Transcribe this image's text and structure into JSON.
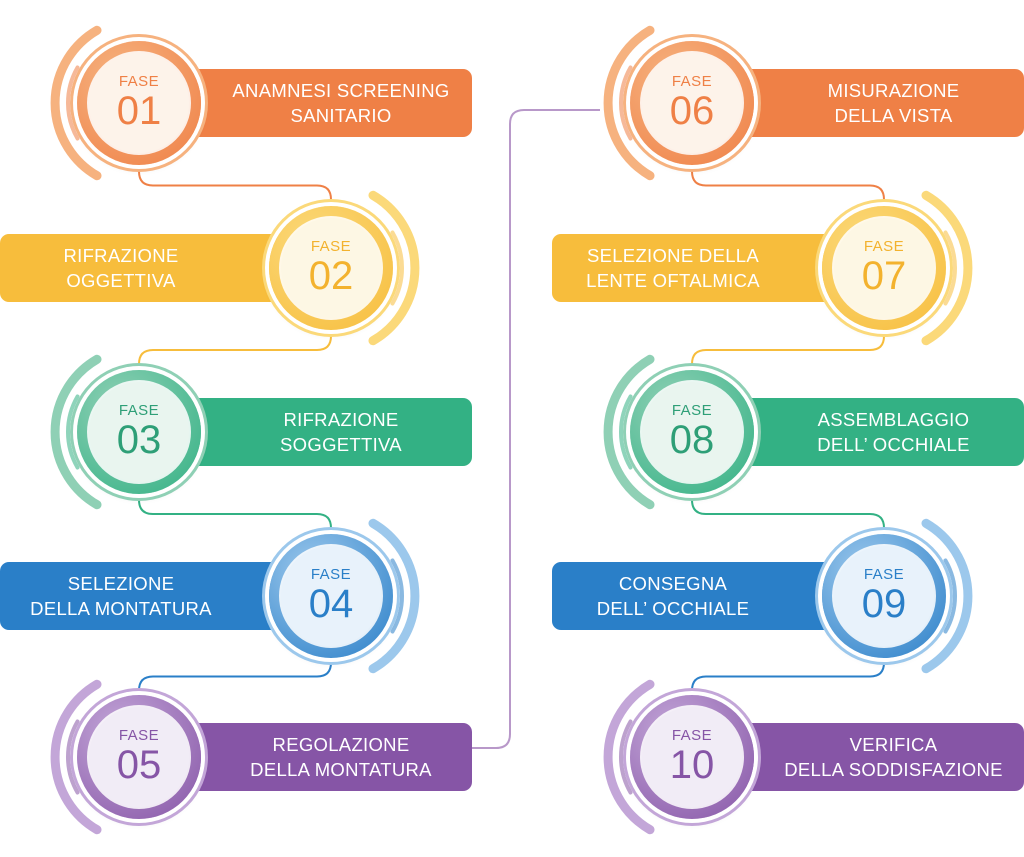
{
  "steps": [
    {
      "fase": "FASE",
      "num": "01",
      "label": "ANAMNESI SCREENING\nSANITARIO",
      "color": "#ef8046",
      "light": "#f6b27f",
      "inner": "#fdf3ea",
      "numColor": "#ef8046"
    },
    {
      "fase": "FASE",
      "num": "02",
      "label": "RIFRAZIONE\nOGGETTIVA",
      "color": "#f7bd3c",
      "light": "#fbd97a",
      "inner": "#fdf7e4",
      "numColor": "#f3b22e"
    },
    {
      "fase": "FASE",
      "num": "03",
      "label": "RIFRAZIONE\nSOGGETTIVA",
      "color": "#33b184",
      "light": "#8fd0b5",
      "inner": "#e9f5ef",
      "numColor": "#2e9f77"
    },
    {
      "fase": "FASE",
      "num": "04",
      "label": "SELEZIONE\nDELLA MONTATURA",
      "color": "#2a7fc8",
      "light": "#9cc8ec",
      "inner": "#e8f2fb",
      "numColor": "#2a7fc8"
    },
    {
      "fase": "FASE",
      "num": "05",
      "label": "REGOLAZIONE\nDELLA MONTATURA",
      "color": "#8655a6",
      "light": "#c3a6d8",
      "inner": "#f1ecf6",
      "numColor": "#8655a6"
    },
    {
      "fase": "FASE",
      "num": "06",
      "label": "MISURAZIONE\nDELLA VISTA",
      "color": "#ef8046",
      "light": "#f6b27f",
      "inner": "#fdf3ea",
      "numColor": "#ef8046"
    },
    {
      "fase": "FASE",
      "num": "07",
      "label": "SELEZIONE DELLA\nLENTE OFTALMICA",
      "color": "#f7bd3c",
      "light": "#fbd97a",
      "inner": "#fdf7e4",
      "numColor": "#f3b22e"
    },
    {
      "fase": "FASE",
      "num": "08",
      "label": "ASSEMBLAGGIO\nDELL’ OCCHIALE",
      "color": "#33b184",
      "light": "#8fd0b5",
      "inner": "#e9f5ef",
      "numColor": "#2e9f77"
    },
    {
      "fase": "FASE",
      "num": "09",
      "label": "CONSEGNA\nDELL’ OCCHIALE",
      "color": "#2a7fc8",
      "light": "#9cc8ec",
      "inner": "#e8f2fb",
      "numColor": "#2a7fc8"
    },
    {
      "fase": "FASE",
      "num": "10",
      "label": "VERIFICA\nDELLA SODDISFAZIONE",
      "color": "#8655a6",
      "light": "#c3a6d8",
      "inner": "#f1ecf6",
      "numColor": "#8655a6"
    }
  ]
}
